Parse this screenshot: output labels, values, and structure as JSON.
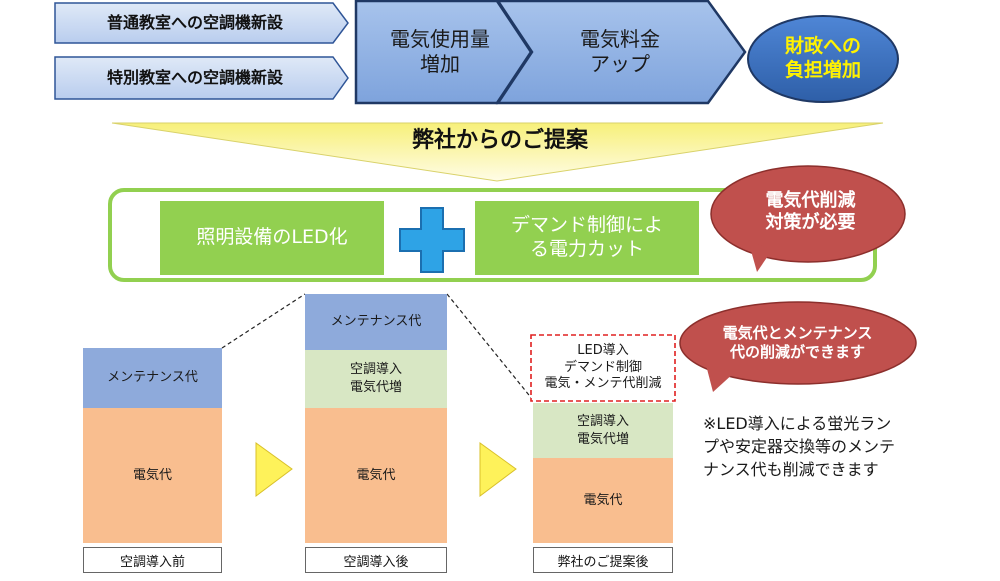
{
  "top_flow": {
    "cause_1": "普通教室への空調機新設",
    "cause_2": "特別教室への空調機新設",
    "step_1": [
      "電気使用量",
      "増加"
    ],
    "step_2": [
      "電気料金",
      "アップ"
    ],
    "result": [
      "財政への",
      "負担増加"
    ]
  },
  "proposal_banner": "弊社からのご提案",
  "proposal": {
    "item_1": "照明設備のLED化",
    "item_2": [
      "デマンド制御によ",
      "る電力カット"
    ]
  },
  "callout_1": [
    "電気代削減",
    "対策が必要"
  ],
  "callout_2": [
    "電気代とメンテナンス",
    "代の削減ができます"
  ],
  "bars": {
    "before": {
      "maintenance": "メンテナンス代",
      "electricity": "電気代",
      "caption": "空調導入前"
    },
    "after": {
      "maintenance": "メンテナンス代",
      "ac_increase": [
        "空調導入",
        "電気代増"
      ],
      "electricity": "電気代",
      "caption": "空調導入後"
    },
    "proposal": {
      "reduction": [
        "LED導入",
        "デマンド制御",
        "電気・メンテ代削減"
      ],
      "ac_increase": [
        "空調導入",
        "電気代増"
      ],
      "electricity": "電気代",
      "caption": "弊社のご提案後"
    }
  },
  "note": [
    "※LED導入による蛍光ラン",
    "プや安定器交換等のメンテ",
    "ナンス代も削減できます"
  ],
  "colors": {
    "flow_blue": "#8fb2e3",
    "flow_border": "#1f3864",
    "result_blue": "#3a6fbf",
    "proposal_green": "#92d050",
    "callout_red": "#c0504d",
    "bar_maintenance": "#8eaadb",
    "bar_ac": "#d8e7c4",
    "bar_electricity": "#f9be8f"
  }
}
